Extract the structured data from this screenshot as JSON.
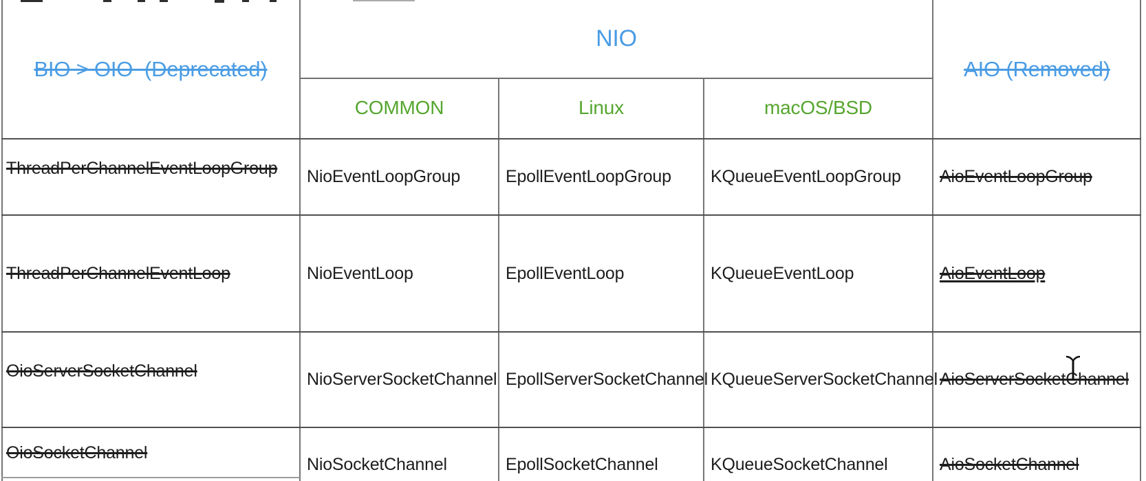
{
  "table": {
    "header": {
      "bio": {
        "label": "BIO > OIO  (Deprecated)",
        "status": "deprecated",
        "struck": true
      },
      "nio": {
        "label": "NIO"
      },
      "aio": {
        "label": "AIO (Removed)",
        "status": "removed",
        "struck": true
      },
      "sub_columns": [
        "COMMON",
        "Linux",
        "macOS/BSD"
      ]
    },
    "rows": [
      {
        "cells": [
          {
            "text": "ThreadPerChannelEventLoopGroup",
            "struck": true
          },
          {
            "text": "NioEventLoopGroup",
            "struck": false
          },
          {
            "text": "EpollEventLoopGroup",
            "struck": false
          },
          {
            "text": "KQueueEventLoopGroup",
            "struck": false
          },
          {
            "text": "AioEventLoopGroup",
            "struck": true
          }
        ]
      },
      {
        "cells": [
          {
            "text": "ThreadPerChannelEventLoop",
            "struck": true
          },
          {
            "text": "NioEventLoop",
            "struck": false
          },
          {
            "text": "EpollEventLoop",
            "struck": false
          },
          {
            "text": "KQueueEventLoop",
            "struck": false
          },
          {
            "text": "AioEventLoop",
            "struck": true,
            "underlined": true
          }
        ]
      },
      {
        "cells": [
          {
            "text": "OioServerSocketChannel",
            "struck": true
          },
          {
            "text": "NioServerSocketChannel",
            "struck": false
          },
          {
            "text": "EpollServerSocketChannel",
            "struck": false
          },
          {
            "text": "KQueueServerSocketChannel",
            "struck": false
          },
          {
            "text": "AioServerSocketChannel",
            "struck": true
          }
        ]
      },
      {
        "cells": [
          {
            "text": "OioSocketChannel",
            "struck": true
          },
          {
            "text": "NioSocketChannel",
            "struck": false
          },
          {
            "text": "EpollSocketChannel",
            "struck": false
          },
          {
            "text": "KQueueSocketChannel",
            "struck": false
          },
          {
            "text": "AioSocketChannel",
            "struck": true
          }
        ]
      }
    ]
  },
  "cursor": {
    "kind": "text-ibeam"
  },
  "colors": {
    "accent_blue": "#4a9ce4",
    "accent_green": "#56a62f",
    "body_text": "#1d1d1d",
    "border_gray": "#757575",
    "row_line_gray": "#4f4f4f",
    "background": "#ffffff"
  }
}
